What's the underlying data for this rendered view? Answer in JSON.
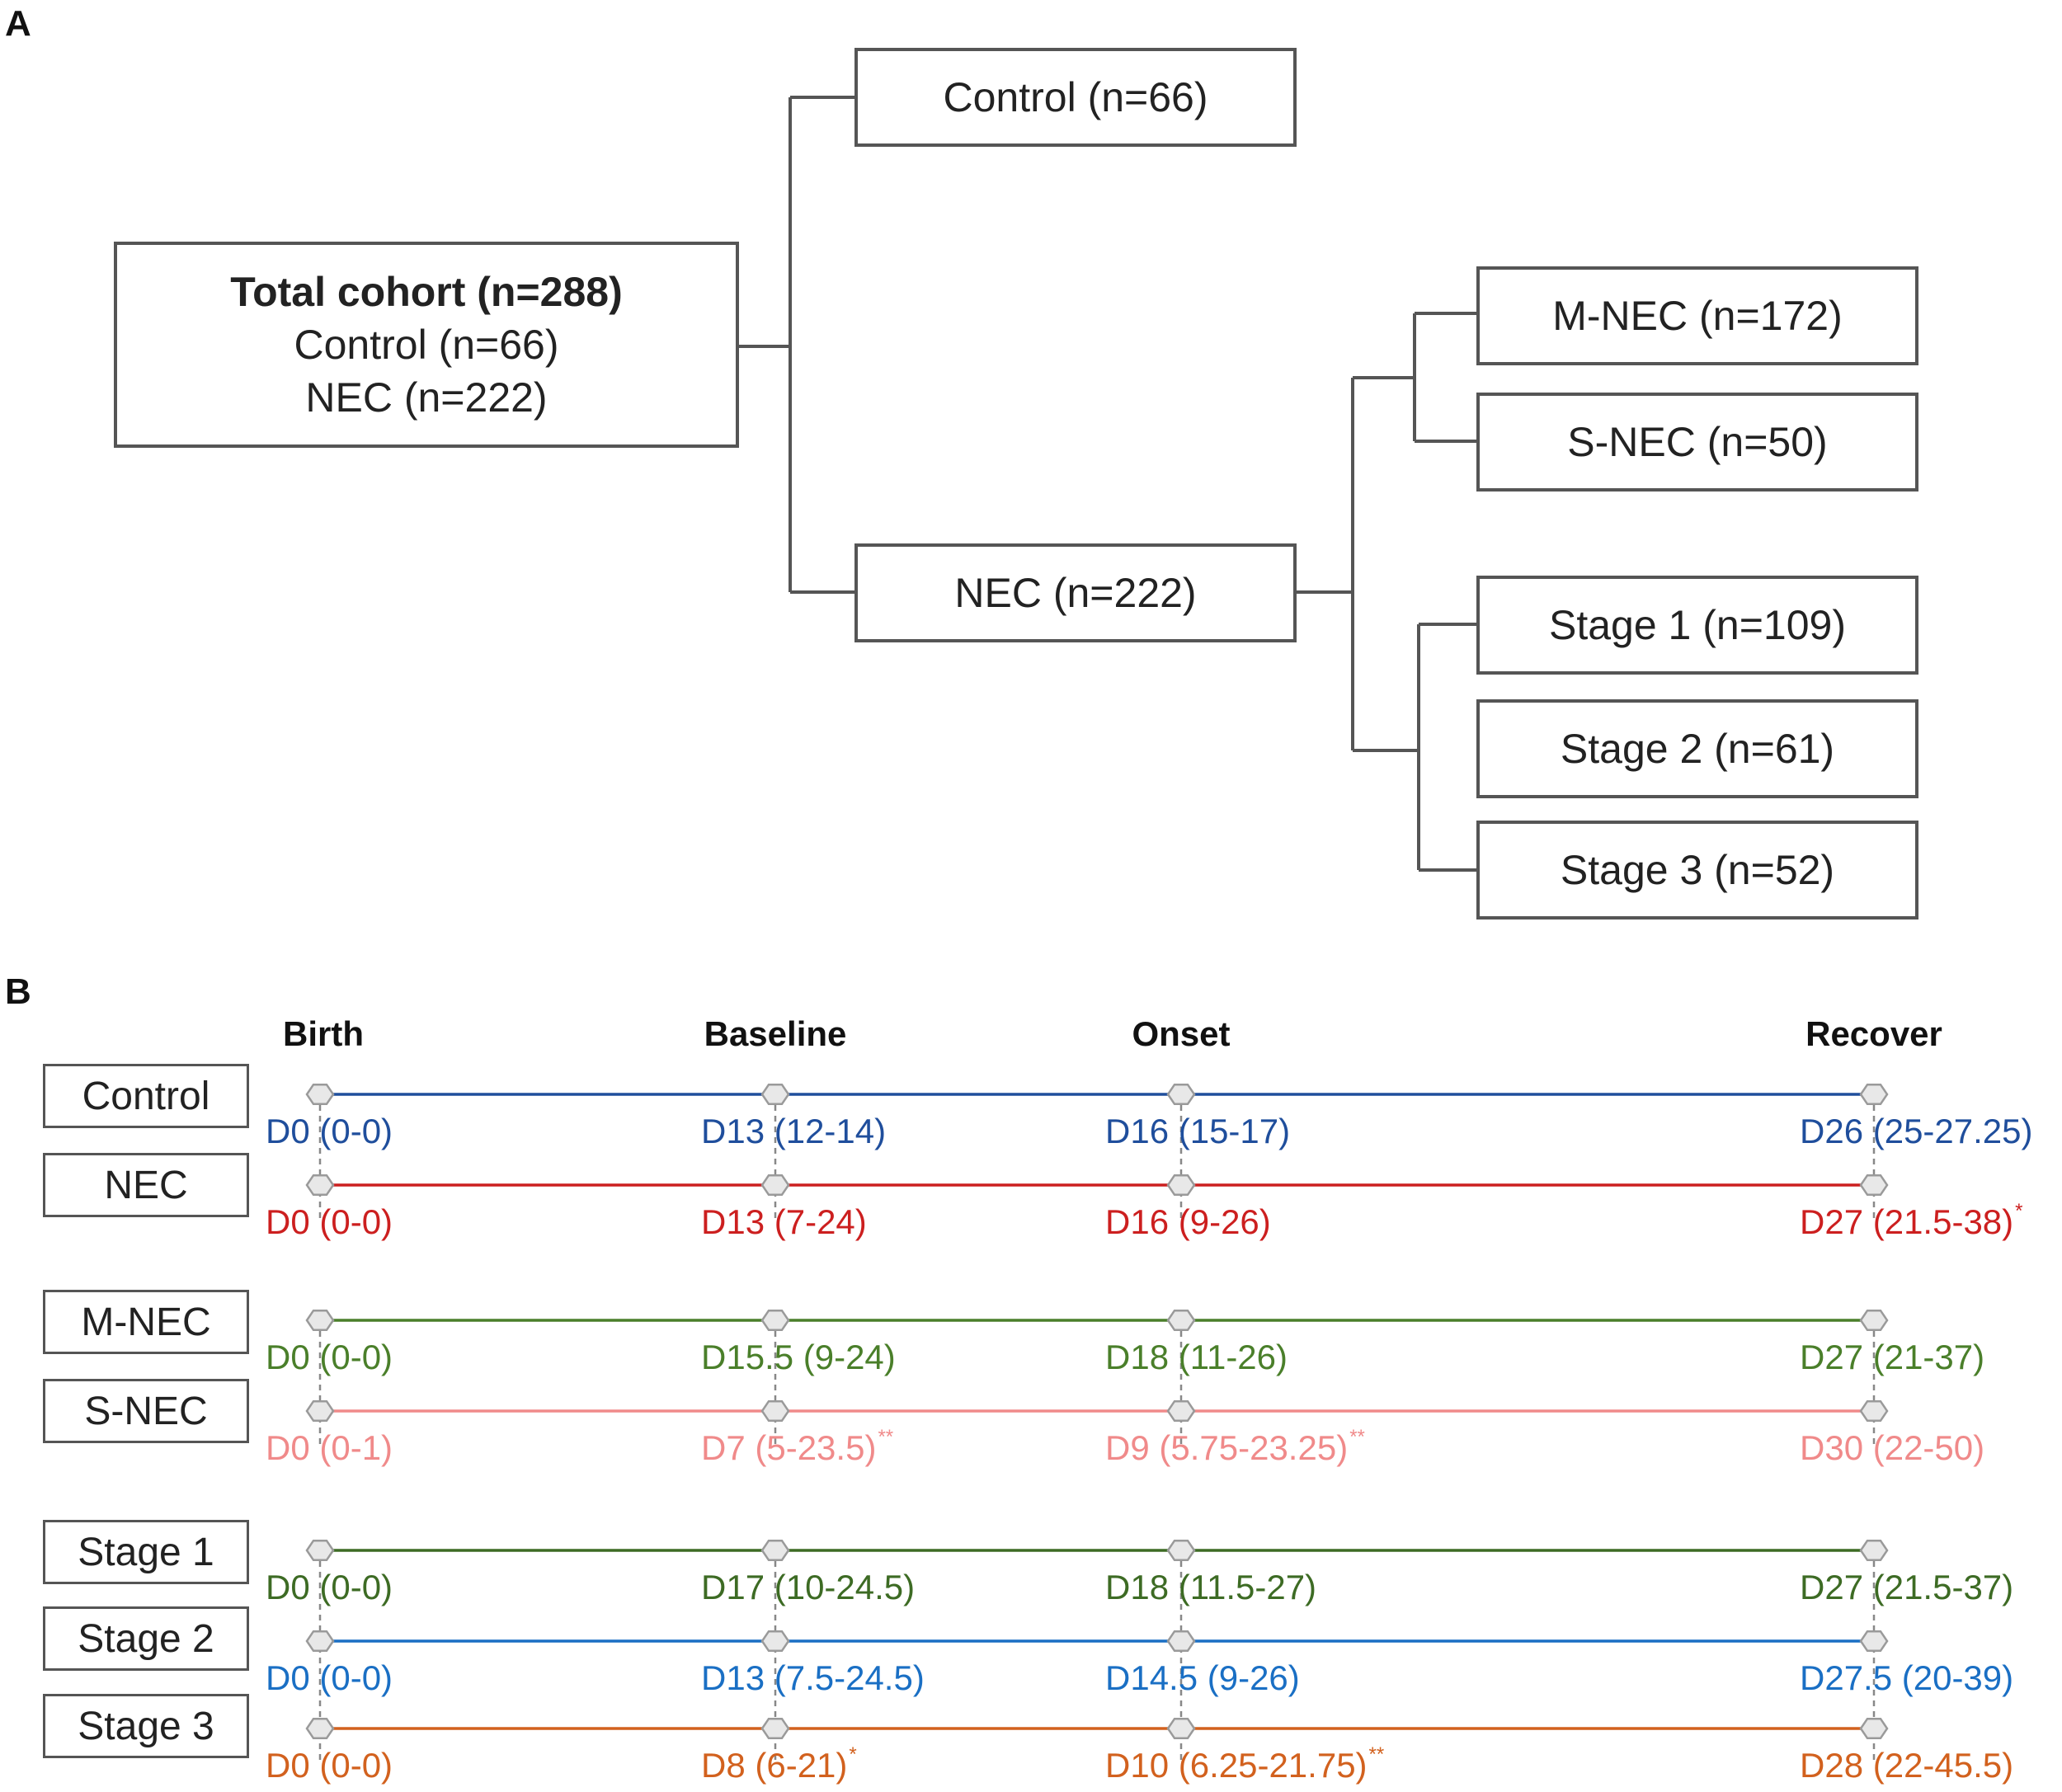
{
  "panel_a": {
    "letter": "A",
    "total": {
      "title": "Total cohort (n=288)",
      "line1": "Control (n=66)",
      "line2": "NEC (n=222)"
    },
    "control": "Control (n=66)",
    "nec": "NEC (n=222)",
    "mnec": "M-NEC (n=172)",
    "snec": "S-NEC (n=50)",
    "stage1": "Stage 1 (n=109)",
    "stage2": "Stage 2 (n=61)",
    "stage3": "Stage 3 (n=52)"
  },
  "panel_b": {
    "letter": "B",
    "headers": [
      "Birth",
      "Baseline",
      "Onset",
      "Recover"
    ],
    "groups": [
      "Control",
      "NEC",
      "M-NEC",
      "S-NEC",
      "Stage 1",
      "Stage 2",
      "Stage 3"
    ],
    "rows": [
      {
        "color": "#1f4e9c",
        "labels": [
          {
            "day": "D0",
            "range": "(0-0)",
            "sig": ""
          },
          {
            "day": "D13",
            "range": "(12-14)",
            "sig": ""
          },
          {
            "day": "D16",
            "range": "(15-17)",
            "sig": ""
          },
          {
            "day": "D26",
            "range": "(25-27.25)",
            "sig": ""
          }
        ]
      },
      {
        "color": "#cc1f1f",
        "labels": [
          {
            "day": "D0",
            "range": "(0-0)",
            "sig": ""
          },
          {
            "day": "D13",
            "range": "(7-24)",
            "sig": ""
          },
          {
            "day": "D16",
            "range": "(9-26)",
            "sig": ""
          },
          {
            "day": "D27",
            "range": "(21.5-38)",
            "sig": "*"
          }
        ]
      },
      {
        "color": "#4a7f2a",
        "labels": [
          {
            "day": "D0",
            "range": "(0-0)",
            "sig": ""
          },
          {
            "day": "D15.5",
            "range": "(9-24)",
            "sig": ""
          },
          {
            "day": "D18",
            "range": "(11-26)",
            "sig": ""
          },
          {
            "day": "D27",
            "range": "(21-37)",
            "sig": ""
          }
        ]
      },
      {
        "color": "#f08a8a",
        "labels": [
          {
            "day": "D0",
            "range": "(0-1)",
            "sig": ""
          },
          {
            "day": "D7",
            "range": "(5-23.5)",
            "sig": "**"
          },
          {
            "day": "D9",
            "range": "(5.75-23.25)",
            "sig": "**"
          },
          {
            "day": "D30",
            "range": "(22-50)",
            "sig": ""
          }
        ]
      },
      {
        "color": "#3d6b24",
        "labels": [
          {
            "day": "D0",
            "range": "(0-0)",
            "sig": ""
          },
          {
            "day": "D17",
            "range": "(10-24.5)",
            "sig": ""
          },
          {
            "day": "D18",
            "range": "(11.5-27)",
            "sig": ""
          },
          {
            "day": "D27",
            "range": "(21.5-37)",
            "sig": ""
          }
        ]
      },
      {
        "color": "#1a6fc4",
        "labels": [
          {
            "day": "D0",
            "range": "(0-0)",
            "sig": ""
          },
          {
            "day": "D13",
            "range": "(7.5-24.5)",
            "sig": ""
          },
          {
            "day": "D14.5",
            "range": "(9-26)",
            "sig": ""
          },
          {
            "day": "D27.5",
            "range": "(20-39)",
            "sig": ""
          }
        ]
      },
      {
        "color": "#d2611e",
        "labels": [
          {
            "day": "D0",
            "range": "(0-0)",
            "sig": ""
          },
          {
            "day": "D8",
            "range": "(6-21)",
            "sig": "*"
          },
          {
            "day": "D10",
            "range": "(6.25-21.75)",
            "sig": "**"
          },
          {
            "day": "D28",
            "range": "(22-45.5)",
            "sig": ""
          }
        ]
      }
    ]
  }
}
